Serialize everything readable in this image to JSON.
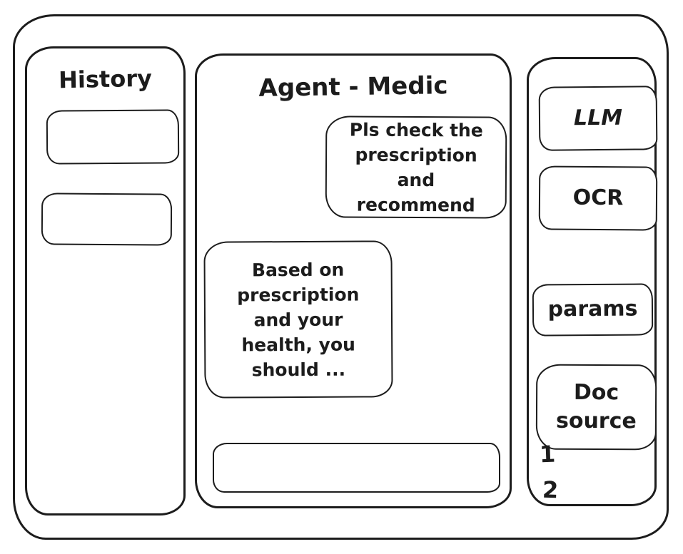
{
  "colors": {
    "stroke": "#1c1c1c",
    "background": "#ffffff"
  },
  "history_panel": {
    "title": "History",
    "items": [
      {
        "label": ""
      },
      {
        "label": ""
      }
    ]
  },
  "chat_panel": {
    "title": "Agent - Medic",
    "messages": [
      {
        "role": "user",
        "text": "Pls check the prescription and recommend"
      },
      {
        "role": "assistant",
        "text": "Based on prescription and your health, you should ..."
      }
    ],
    "input": {
      "value": "",
      "placeholder": ""
    }
  },
  "tools_panel": {
    "llm_button": "LLM",
    "ocr_button": "OCR",
    "params_button": "params",
    "doc_source_button": "Doc source",
    "doc_source_items": [
      "1",
      "2"
    ]
  }
}
